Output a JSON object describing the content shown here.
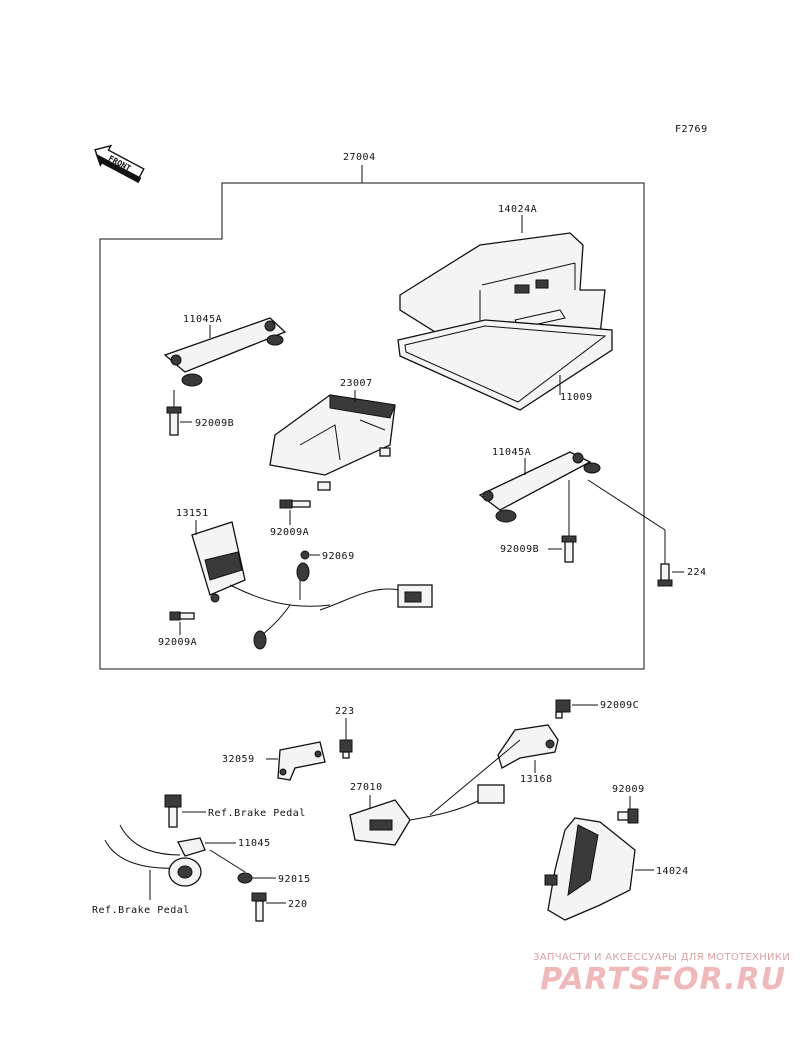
{
  "figure_code": "F2769",
  "front_label": "FRONT",
  "parts": {
    "assembly": "27004",
    "housing": "14024A",
    "seal": "11009",
    "bracket_left": "11045A",
    "bolt_left": "92009B",
    "holder": "23007",
    "screw_holder": "92009A",
    "bracket_right": "11045A",
    "bolt_right": "92009B",
    "nut": "224",
    "switch_bracket": "13151",
    "grommet": "92069",
    "screw_switch": "92009A",
    "screw_223": "223",
    "plate": "32059",
    "bolt_upper": "92009C",
    "stay": "13168",
    "switch": "27010",
    "ref_pedal_1": "Ref.Brake Pedal",
    "bracket_lower": "11045",
    "collar": "92015",
    "bolt_220": "220",
    "ref_pedal_2": "Ref.Brake Pedal",
    "bolt_cover": "92009",
    "cover": "14024"
  },
  "watermark": {
    "tagline": "ЗАПЧАСТИ И АКСЕССУАРЫ ДЛЯ МОТОТЕХНИКИ",
    "logo": "PARTSFOR.RU"
  }
}
